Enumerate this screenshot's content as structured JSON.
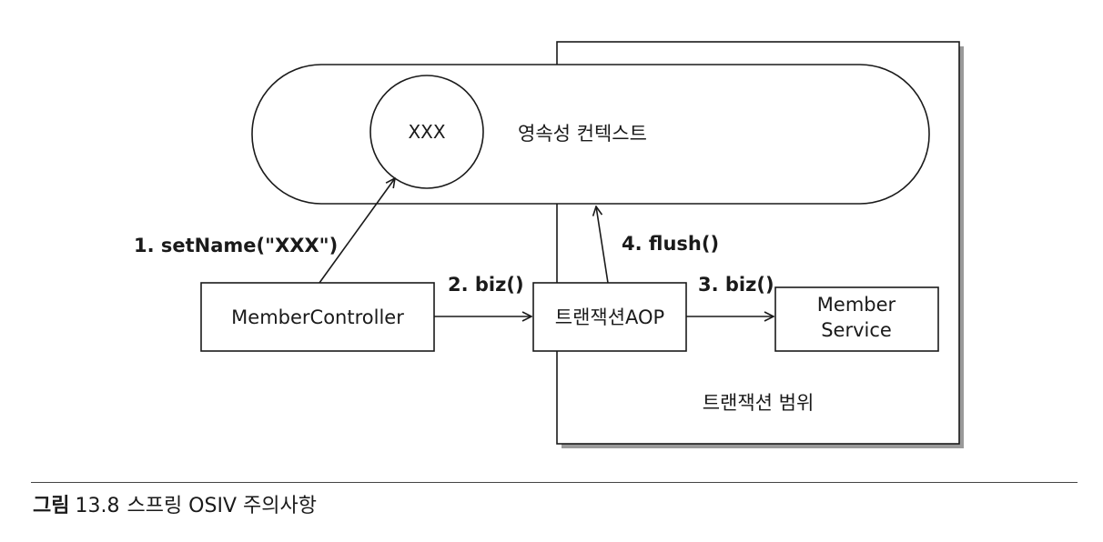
{
  "diagram": {
    "transaction_scope_label": "트랜잭션 범위",
    "persistence_context_label": "영속성 컨텍스트",
    "entity_label": "XXX",
    "nodes": {
      "member_controller": "MemberController",
      "transaction_aop": "트랜잭션AOP",
      "member_service_line1": "Member",
      "member_service_line2": "Service"
    },
    "arrows": {
      "set_name": "1. setName(\"XXX\")",
      "biz_to_aop": "2. biz()",
      "biz_to_service": "3. biz()",
      "flush": "4. flush()"
    }
  },
  "caption": {
    "label": "그림",
    "number": "13.8",
    "title": "스프링 OSIV 주의사항"
  }
}
